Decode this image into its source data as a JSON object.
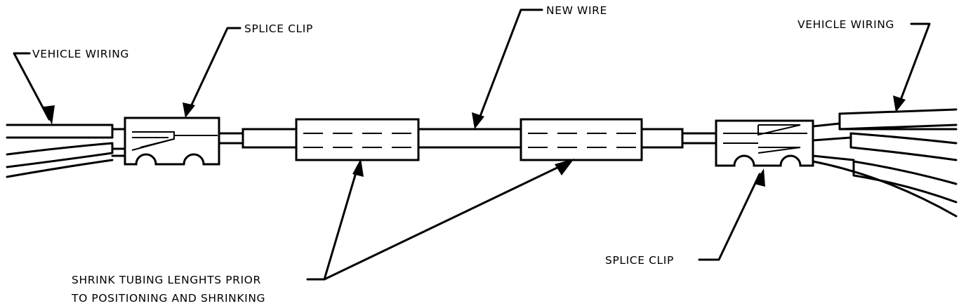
{
  "labels": {
    "vehicle_wiring_left": "VEHICLE WIRING",
    "splice_clip_top": "SPLICE CLIP",
    "new_wire": "NEW WIRE",
    "vehicle_wiring_right": "VEHICLE WIRING",
    "splice_clip_bottom": "SPLICE CLIP",
    "shrink_tubing_line1": "SHRINK TUBING LENGHTS PRIOR",
    "shrink_tubing_line2": "TO POSITIONING AND SHRINKING"
  }
}
